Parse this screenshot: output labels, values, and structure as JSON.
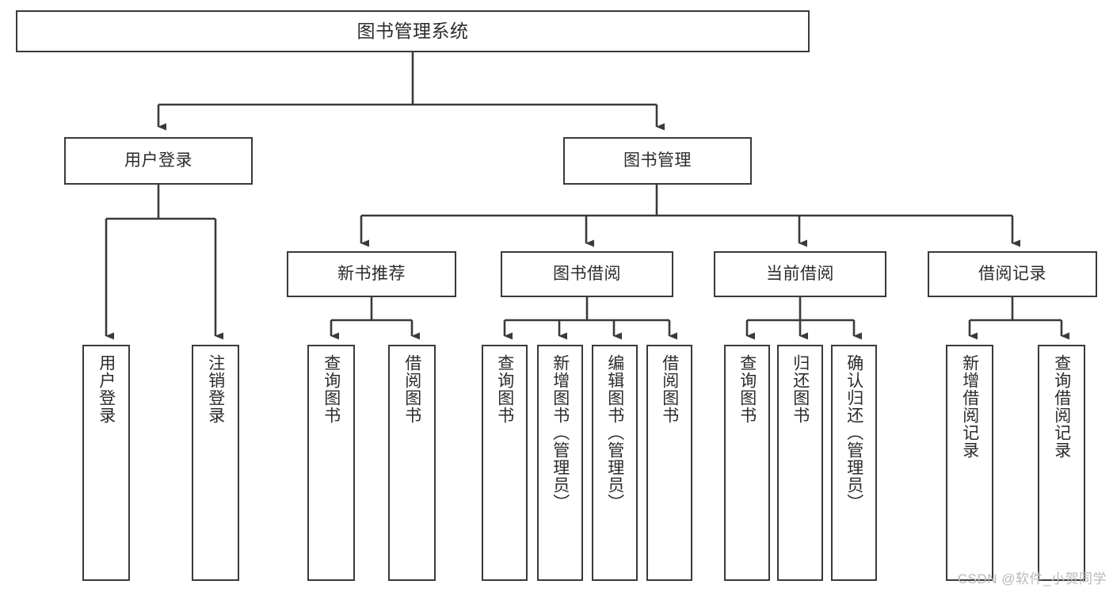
{
  "diagram": {
    "title": "图书管理系统",
    "type": "功能结构图",
    "watermark": "CSDN @软件_小贺同学",
    "colors": {
      "box_border": "#3a3a3a",
      "box_fill": "#ffffff",
      "connector": "#3a3a3a",
      "text": "#2b2b2b",
      "watermark": "#b9b9b9",
      "background": "#ffffff"
    },
    "root": {
      "label": "图书管理系统"
    },
    "level1": [
      {
        "id": "user-login",
        "label": "用户登录"
      },
      {
        "id": "book-management",
        "label": "图书管理"
      }
    ],
    "level2": [
      {
        "id": "new-book-recommend",
        "label": "新书推荐",
        "parent": "book-management"
      },
      {
        "id": "book-borrow",
        "label": "图书借阅",
        "parent": "book-management"
      },
      {
        "id": "current-borrow",
        "label": "当前借阅",
        "parent": "book-management"
      },
      {
        "id": "borrow-record",
        "label": "借阅记录",
        "parent": "book-management"
      }
    ],
    "leaves": {
      "user-login": [
        {
          "id": "leaf-user-login",
          "label": "用户登录"
        },
        {
          "id": "leaf-logout",
          "label": "注销登录"
        }
      ],
      "new-book-recommend": [
        {
          "id": "leaf-query-book-1",
          "label": "查询图书"
        },
        {
          "id": "leaf-borrow-book-1",
          "label": "借阅图书"
        }
      ],
      "book-borrow": [
        {
          "id": "leaf-query-book-2",
          "label": "查询图书"
        },
        {
          "id": "leaf-add-book",
          "label": "新增图书（管理员）"
        },
        {
          "id": "leaf-edit-book",
          "label": "编辑图书（管理员）"
        },
        {
          "id": "leaf-borrow-book-2",
          "label": "借阅图书"
        }
      ],
      "current-borrow": [
        {
          "id": "leaf-query-book-3",
          "label": "查询图书"
        },
        {
          "id": "leaf-return-book",
          "label": "归还图书"
        },
        {
          "id": "leaf-confirm-return",
          "label": "确认归还（管理员）"
        }
      ],
      "borrow-record": [
        {
          "id": "leaf-add-record",
          "label": "新增借阅记录"
        },
        {
          "id": "leaf-query-record",
          "label": "查询借阅记录"
        }
      ]
    }
  }
}
